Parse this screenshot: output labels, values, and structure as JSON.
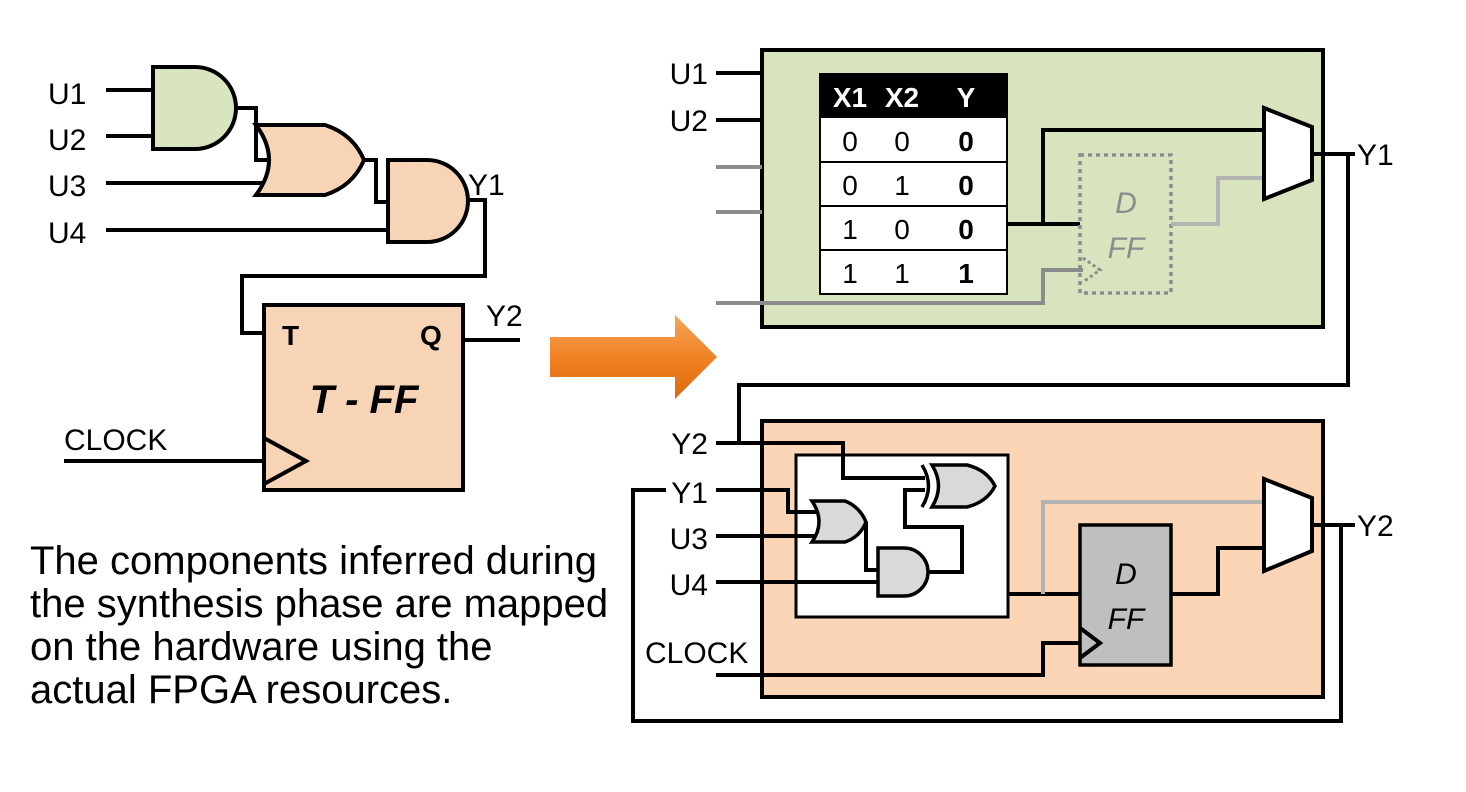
{
  "left_circuit": {
    "inputs": [
      "U1",
      "U2",
      "U3",
      "U4"
    ],
    "gate_output": "Y1",
    "tff": {
      "pin_t": "T",
      "pin_q": "Q",
      "title": "T - FF",
      "output": "Y2"
    },
    "clock": "CLOCK"
  },
  "lut_block": {
    "inputs": [
      "U1",
      "U2"
    ],
    "output": "Y1",
    "truth_table": {
      "headers": [
        "X1",
        "X2",
        "Y"
      ],
      "rows": [
        [
          "0",
          "0",
          "0"
        ],
        [
          "0",
          "1",
          "0"
        ],
        [
          "1",
          "0",
          "0"
        ],
        [
          "1",
          "1",
          "1"
        ]
      ]
    },
    "dff": [
      "D",
      "FF"
    ]
  },
  "logic_block": {
    "inputs": [
      "Y2",
      "Y1",
      "U3",
      "U4"
    ],
    "clock": "CLOCK",
    "output": "Y2",
    "dff": [
      "D",
      "FF"
    ]
  },
  "caption": "The components inferred during the synthesis phase are mapped on the hardware using the actual FPGA resources.",
  "colors": {
    "and_gate_green": "#d9e5c1",
    "gate_peach": "#f8d4b6",
    "lut_block_bg": "#d7e4bd",
    "logic_block_bg": "#fbd5b5",
    "arrow_orange": "#f07f1f",
    "gate_gray": "#d9d9d9",
    "dff_gray": "#bfbfbf"
  }
}
